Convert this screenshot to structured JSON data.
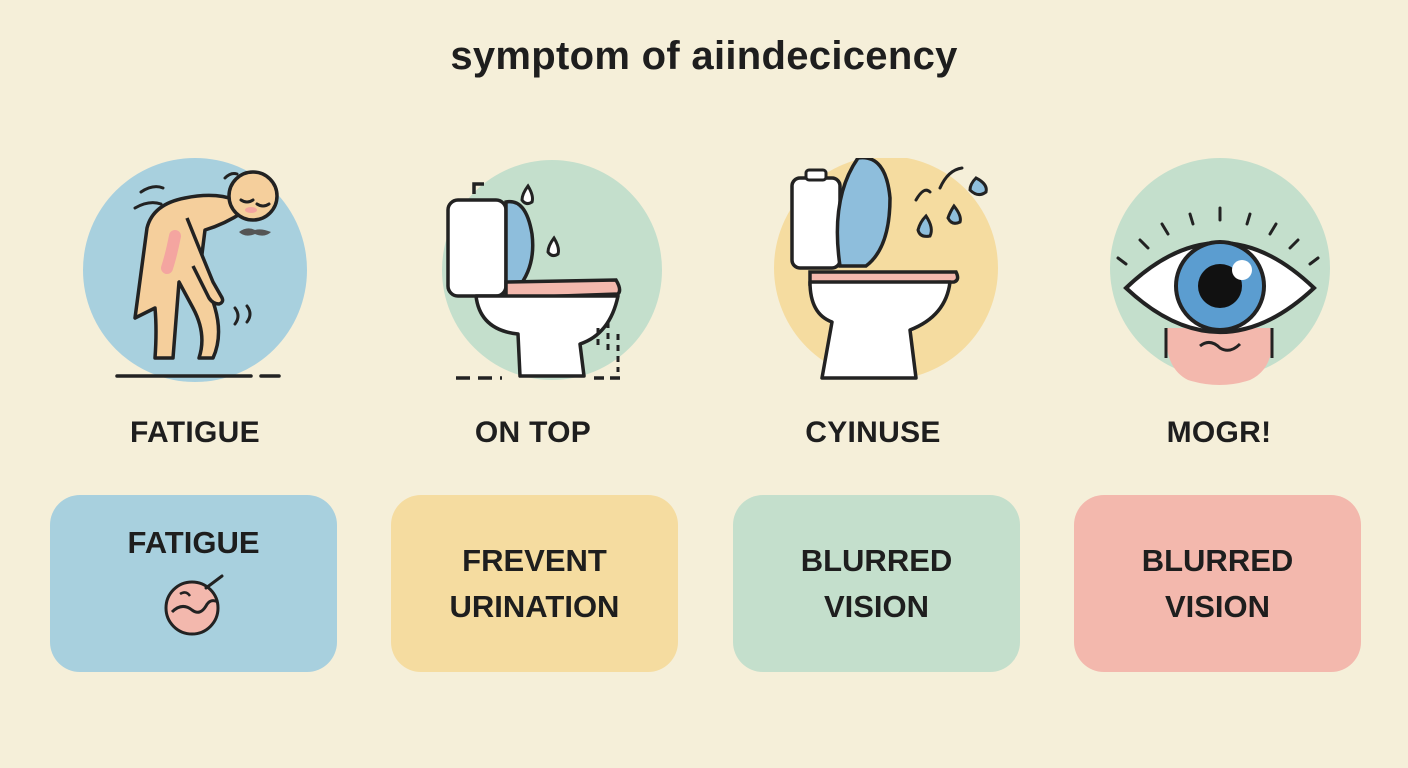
{
  "title": "symptom of aiindecicency",
  "colors": {
    "background": "#f5efd9",
    "blue": "#a8d0de",
    "yellow": "#f5dca0",
    "green": "#c4dfcc",
    "pink": "#f3b8ad",
    "skin": "#f5cf9c",
    "water": "#8ebedc",
    "eye_blue": "#5b9dd0"
  },
  "icons": [
    {
      "name": "tired-person-icon",
      "label": "FATIGUE"
    },
    {
      "name": "toilet-icon",
      "label": "ON TOP"
    },
    {
      "name": "toilet-splash-icon",
      "label": "CYINUSE"
    },
    {
      "name": "eye-icon",
      "label": "MOGR!"
    }
  ],
  "cards": [
    {
      "line1": "FATIGUE",
      "line2": "",
      "icon": "cell-icon"
    },
    {
      "line1": "FREVENT",
      "line2": "URINATION"
    },
    {
      "line1": "BLURRED",
      "line2": "VISION"
    },
    {
      "line1": "BLURRED",
      "line2": "VISION"
    }
  ]
}
